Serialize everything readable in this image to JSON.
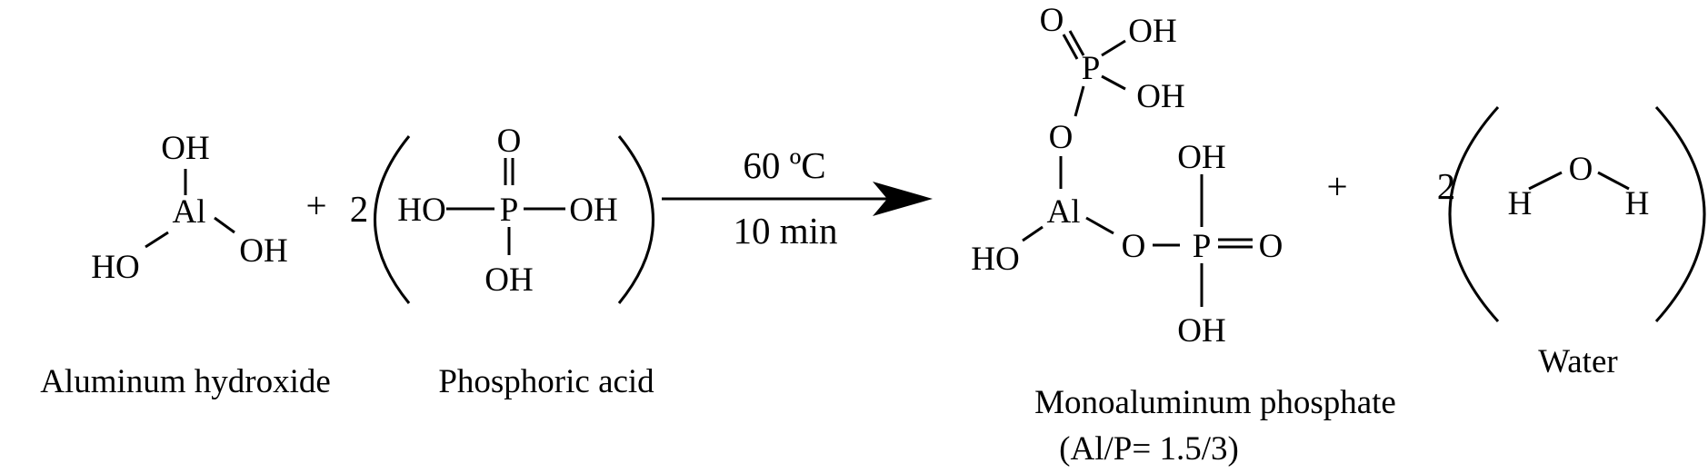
{
  "reaction": {
    "condition_temperature": "60 ºC",
    "condition_time": "10 min"
  },
  "reactant1": {
    "atoms": {
      "oh_top": "OH",
      "al": "Al",
      "ho_left": "HO",
      "oh_right": "OH"
    },
    "caption": "Aluminum hydroxide"
  },
  "plus1": "+",
  "coef_acid": "2",
  "reactant2": {
    "atoms": {
      "o_top": "O",
      "ho": "HO",
      "p": "P",
      "oh_right": "OH",
      "oh_bottom": "OH"
    },
    "caption": "Phosphoric acid"
  },
  "product1": {
    "atoms": {
      "o_top": "O",
      "oh_top": "OH",
      "p_top": "P",
      "oh_mid": "OH",
      "o_link": "O",
      "al": "Al",
      "ho_left": "HO",
      "oh_right_top": "OH",
      "o_bridge": "O",
      "p_right": "P",
      "o_double": "O",
      "oh_right_bottom": "OH"
    },
    "caption": "Monoaluminum phosphate",
    "ratio": "(Al/P= 1.5/3)"
  },
  "plus2": "+",
  "coef_water": "2",
  "product2": {
    "atoms": {
      "h_left": "H",
      "o": "O",
      "h_right": "H"
    },
    "caption": "Water"
  }
}
